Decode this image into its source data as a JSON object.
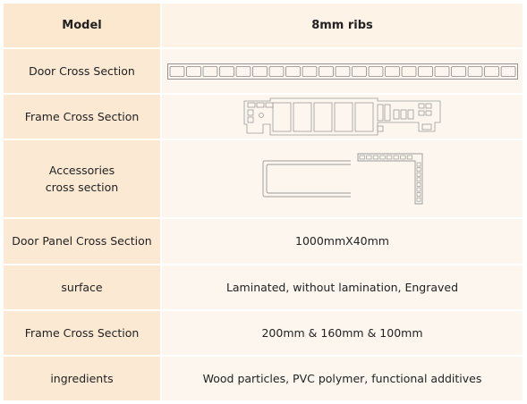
{
  "header": {
    "col1": "Model",
    "col2": "8mm ribs"
  },
  "rows": [
    {
      "label": "Door Cross Section",
      "value": ""
    },
    {
      "label": "Frame Cross Section",
      "value": ""
    },
    {
      "label": "Accessories cross section",
      "value": ""
    },
    {
      "label": "Door Panel Cross Section",
      "value": "1000mmX40mm"
    },
    {
      "label": "surface",
      "value": "Laminated, without lamination, Engraved"
    },
    {
      "label": "Frame Cross Section",
      "value": "200mm & 160mm & 100mm"
    },
    {
      "label": "ingredients",
      "value": "Wood particles, PVC polymer, functional additives"
    }
  ],
  "accessories_label_lines": [
    "Accessories",
    "cross section"
  ],
  "diagram_icons": [
    "door-cross-section-drawing",
    "frame-cross-section-drawing",
    "accessory-profile-drawing"
  ]
}
